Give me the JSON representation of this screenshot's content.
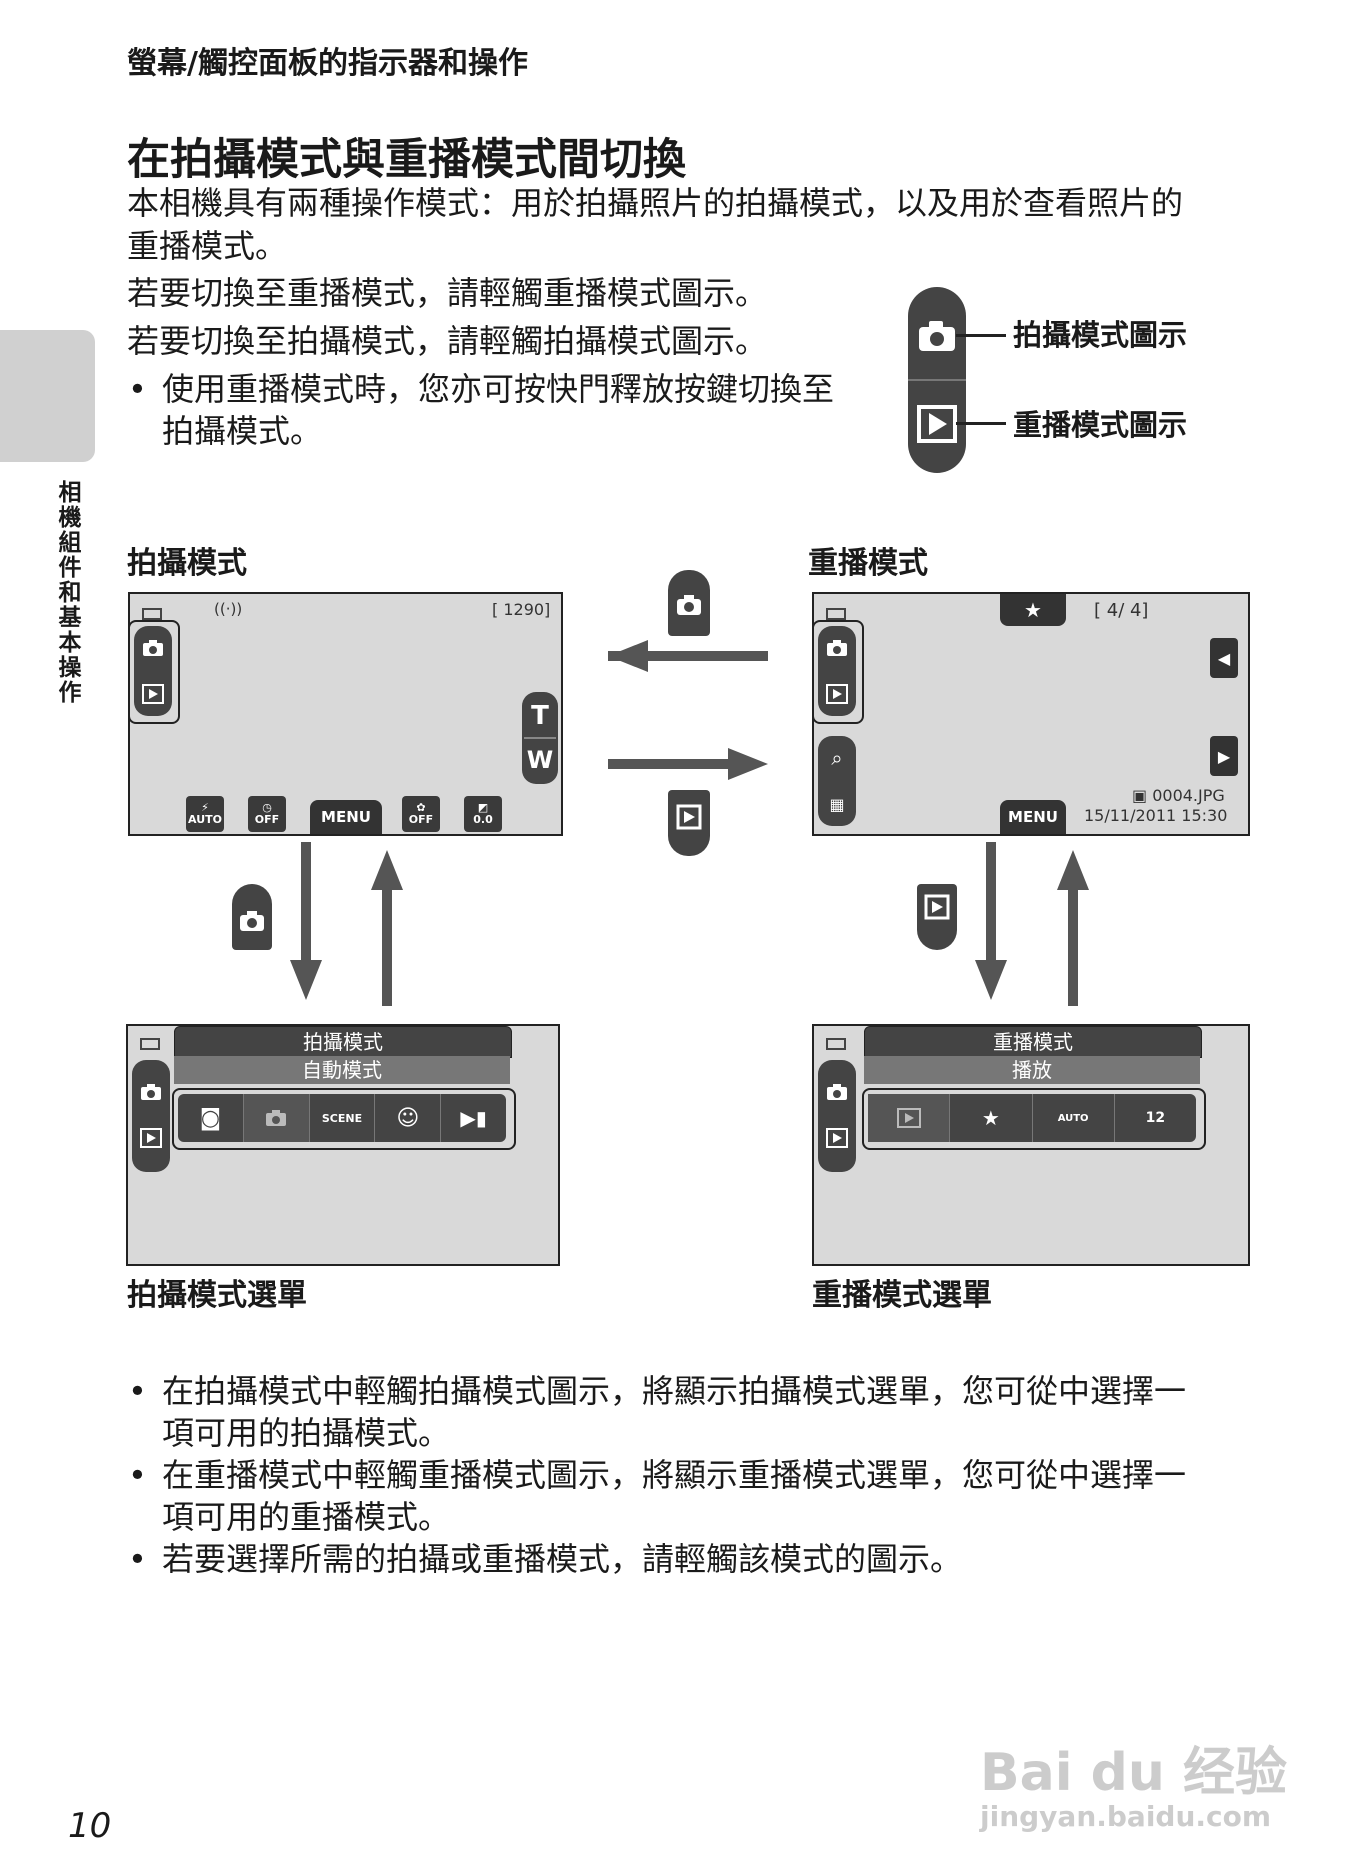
{
  "header": "螢幕/觸控面板的指示器和操作",
  "section_title": "在拍攝模式與重播模式間切換",
  "intro": [
    "本相機具有兩種操作模式：用於拍攝照片的拍攝模式，以及用於查看照片的",
    "重播模式。"
  ],
  "instructions": [
    "若要切換至重播模式，請輕觸重播模式圖示。",
    "若要切換至拍攝模式，請輕觸拍攝模式圖示。"
  ],
  "note_bullet": [
    "使用重播模式時，您亦可按快門釋放按鍵切換至",
    "拍攝模式。"
  ],
  "callouts": {
    "shooting_icon": "拍攝模式圖示",
    "playback_icon": "重播模式圖示"
  },
  "side_tab_label": "相機組件和基本操作",
  "diagram": {
    "shooting_mode_label": "拍攝模式",
    "playback_mode_label": "重播模式",
    "shooting_screen": {
      "frames_remaining": "[ 1290]",
      "zoom_t": "T",
      "zoom_w": "W",
      "bottom_buttons": [
        {
          "icon": "flash-icon",
          "label": "AUTO"
        },
        {
          "icon": "self-timer-icon",
          "label": "OFF"
        },
        {
          "icon": "macro-icon",
          "label": "OFF"
        },
        {
          "icon": "exposure-icon",
          "label": "0.0"
        }
      ],
      "menu_label": "MENU"
    },
    "playback_screen": {
      "counter": "[ 4/ 4]",
      "filename": "0004.JPG",
      "datetime": "15/11/2011  15:30",
      "menu_label": "MENU"
    },
    "shooting_menu": {
      "label": "拍攝模式選單",
      "bar_title": "拍攝模式",
      "bar_sub": "自動模式",
      "icons": [
        "smart-portrait-icon",
        "camera-icon",
        "scene-icon",
        "smile-icon",
        "movie-icon"
      ],
      "scene_text": "SCENE"
    },
    "playback_menu": {
      "label": "重播模式選單",
      "bar_title": "重播模式",
      "bar_sub": "播放",
      "icons": [
        "play-icon",
        "favorites-icon",
        "auto-sort-icon",
        "calendar-icon"
      ],
      "auto_text": "AUTO",
      "cal_text": "12"
    }
  },
  "bullets": [
    [
      "在拍攝模式中輕觸拍攝模式圖示，將顯示拍攝模式選單，您可從中選擇一",
      "項可用的拍攝模式。"
    ],
    [
      "在重播模式中輕觸重播模式圖示，將顯示重播模式選單，您可從中選擇一",
      "項可用的重播模式。"
    ],
    [
      "若要選擇所需的拍攝或重播模式，請輕觸該模式的圖示。"
    ]
  ],
  "page_number": "10",
  "watermark": {
    "brand": "Bai du 经验",
    "url": "jingyan.baidu.com"
  }
}
